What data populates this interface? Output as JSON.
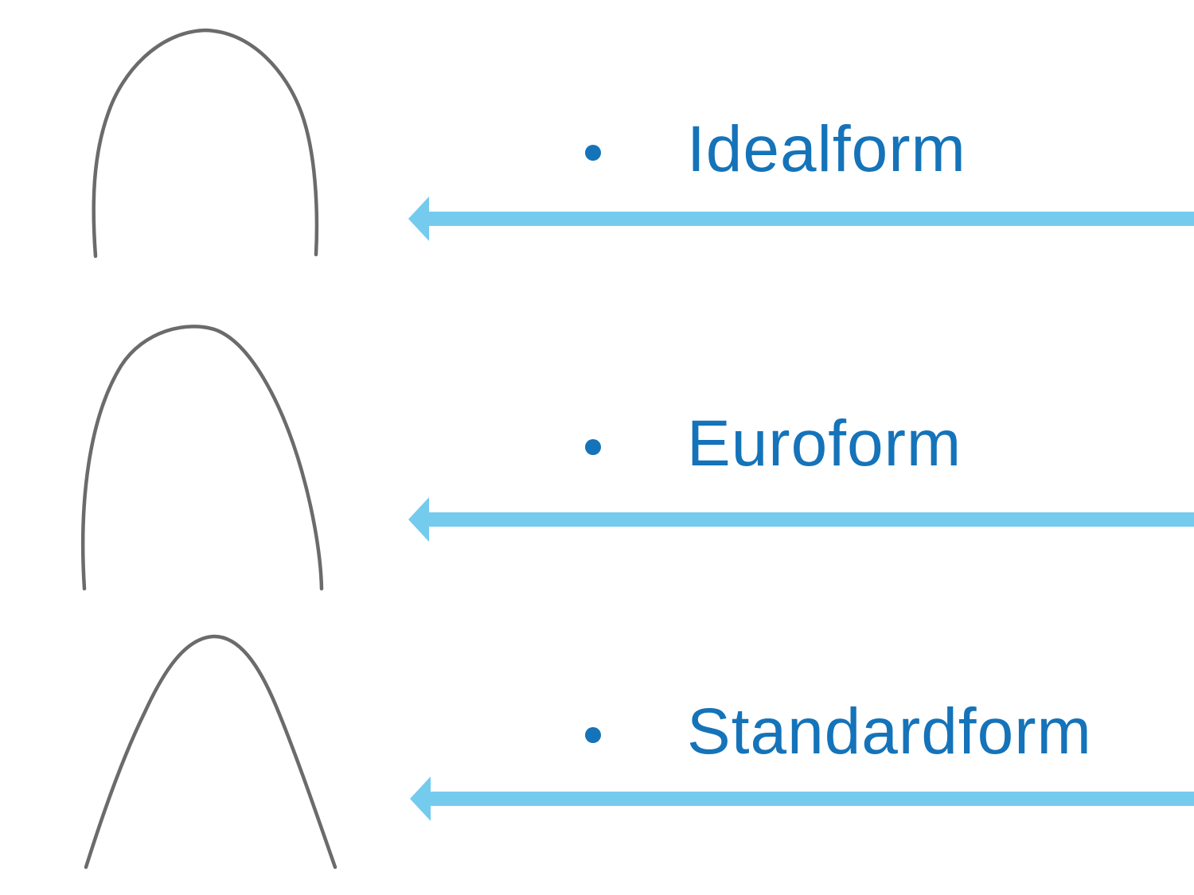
{
  "slide": {
    "background": "#ffffff",
    "colors": {
      "label_text": "#1573b9",
      "bullet": "#1573b9",
      "arrow": "#74cbee",
      "wire": "#6b6b6b"
    },
    "items": [
      {
        "label": "Idealform",
        "shape": "ideal-arch-wire",
        "arrow_direction": "left"
      },
      {
        "label": "Euroform",
        "shape": "euro-arch-wire",
        "arrow_direction": "left"
      },
      {
        "label": "Standardform",
        "shape": "standard-arch-wire",
        "arrow_direction": "left"
      }
    ]
  }
}
